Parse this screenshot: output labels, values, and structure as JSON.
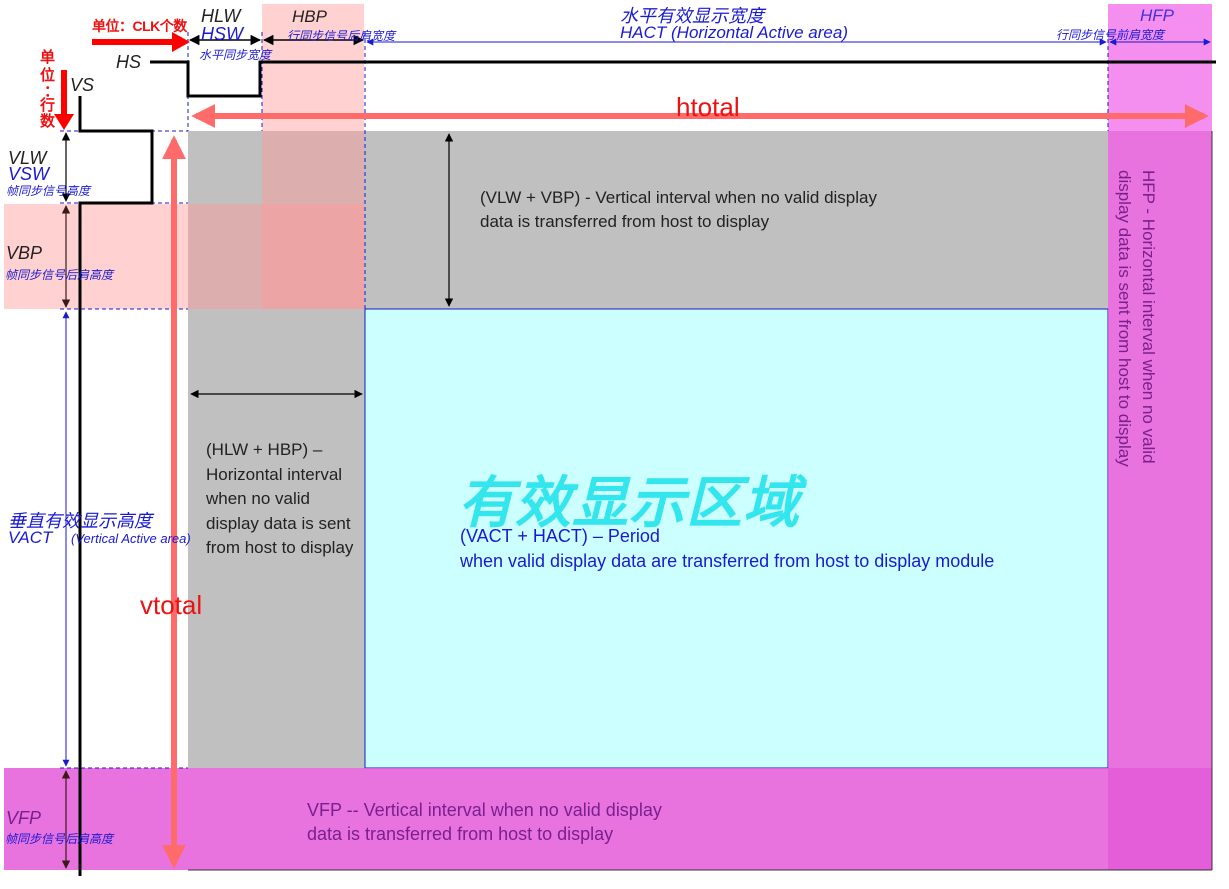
{
  "colors": {
    "active_area": "#ccffff",
    "blanking_gray": "#c0c0c0",
    "back_porch_pink": "#ffcccc",
    "front_porch_magenta": "#e45ad8",
    "total_arrow": "#ff6b6b",
    "unit_arrow": "#ff0000",
    "dimension_line": "#1a1ad0",
    "signal_line": "#000000",
    "watermark_cyan": "#33e6ee"
  },
  "units": {
    "clk": "单位：CLK个数",
    "line_chars": [
      "单",
      "位",
      "：",
      "行",
      "数"
    ]
  },
  "signals": {
    "hs": "HS",
    "vs": "VS"
  },
  "horizontal": {
    "hlw": "HLW",
    "hsw": "HSW",
    "hsw_cn": "水平同步宽度",
    "hbp": "HBP",
    "hbp_cn": "行同步信号后肩宽度",
    "hact_cn": "水平有效显示宽度",
    "hact": "HACT (Horizontal Active area)",
    "hfp": "HFP",
    "hfp_cn": "行同步信号前肩宽度"
  },
  "vertical": {
    "vlw": "VLW",
    "vsw": "VSW",
    "vsw_cn": "帧同步信号高度",
    "vbp": "VBP",
    "vbp_cn": "帧同步信号后肩高度",
    "vact_cn": "垂直有效显示高度",
    "vact": "VACT",
    "vact_en": "(Vertical Active area)",
    "vfp": "VFP",
    "vfp_cn": "帧同步信号后肩高度"
  },
  "totals": {
    "htotal": "htotal",
    "vtotal": "vtotal"
  },
  "notes": {
    "vertical_blank_bold": "VLW + VBP",
    "vertical_blank_text": "(VLW + VBP) - Vertical interval when no valid display data is transferred from host to display",
    "horizontal_blank_bold": "HLW + HBP",
    "horizontal_blank_text": "(HLW + HBP) – Horizontal interval when no valid display data is sent from host to display",
    "active_watermark": "有效显示区域",
    "active_period_line1": "(VACT + HACT) – Period",
    "active_period_line2": "when valid display data are transferred from host to display module",
    "vfp_note_line1": "VFP -- Vertical interval when no valid display",
    "vfp_note_line2": "data is transferred from host to display",
    "hfp_note": "HFP - Horizontal interval when no valid display data is sent from host to display"
  }
}
